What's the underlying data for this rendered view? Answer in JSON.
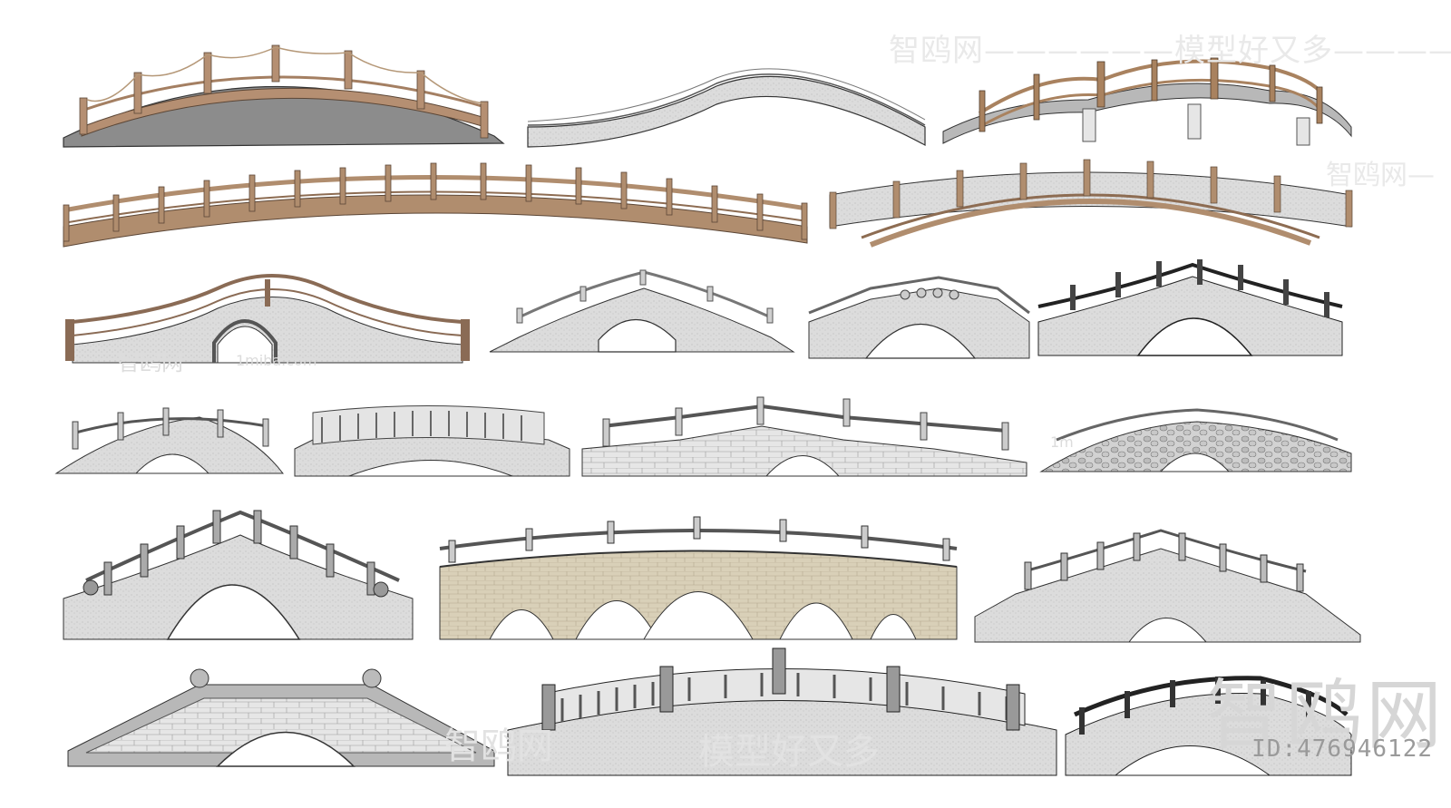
{
  "watermark": {
    "top": "智鸥网——————模型好又多——————",
    "right": "智鸥网—",
    "mid": "智鸥网",
    "mid_domain": "1miba.com",
    "domain2": "1m",
    "big": "智鸥网",
    "bottom": "智鸥网",
    "bottom2": "模型好又多"
  },
  "image_id": "ID:476946122",
  "colors": {
    "wood": "#b08d6e",
    "wood_dark": "#6b5444",
    "stone": "#d8d8d8",
    "stone_dark": "#555555",
    "brick": "#d6ccb2",
    "background": "#ffffff"
  }
}
